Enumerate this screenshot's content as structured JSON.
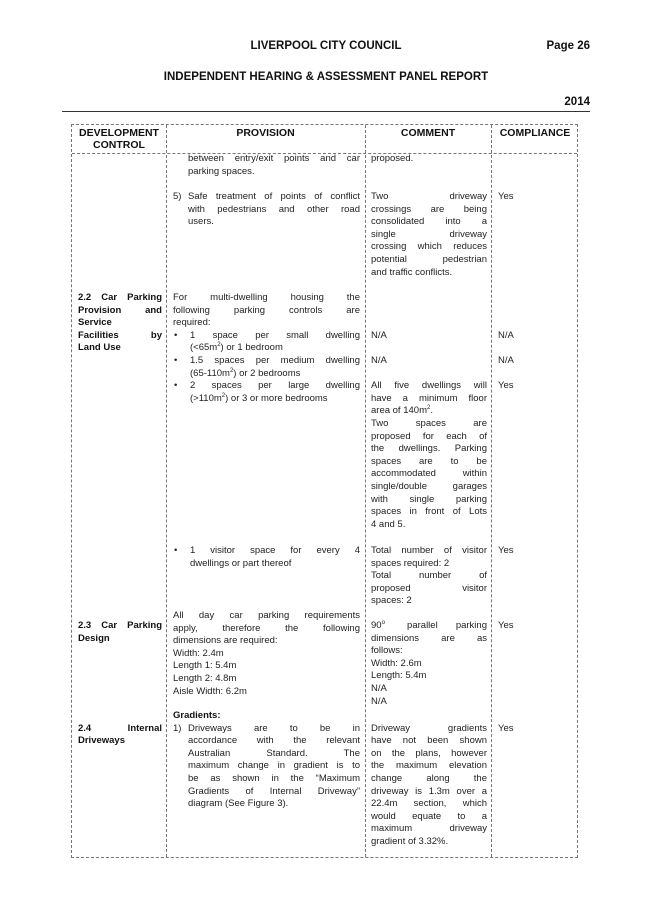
{
  "header": {
    "council": "LIVERPOOL CITY COUNCIL",
    "page": "Page 26",
    "report": "INDEPENDENT HEARING & ASSESSMENT PANEL REPORT",
    "year": "2014"
  },
  "columns": {
    "control_1": "DEVELOPMENT",
    "control_2": "CONTROL",
    "provision": "PROVISION",
    "comment": "COMMENT",
    "compliance": "COMPLIANCE"
  },
  "row1": {
    "provision_a": "between entry/exit points and car",
    "provision_b": "parking spaces.",
    "comment": "proposed."
  },
  "row2": {
    "number": "5)",
    "provision_1": "Safe treatment of points of conflict",
    "provision_2": "with pedestrians and other road",
    "provision_3": "users.",
    "comment_1": "Two driveway",
    "comment_2": "crossings are being",
    "comment_3": "consolidated into a",
    "comment_4": "single driveway",
    "comment_5": "crossing which reduces",
    "comment_6": "potential pedestrian",
    "comment_7": "and traffic conflicts.",
    "compliance": "Yes"
  },
  "row3": {
    "control_1": "2.2 Car Parking",
    "control_2": "Provision and",
    "control_3": "Service",
    "control_4": "Facilities by",
    "control_5": "Land Use",
    "intro_1": "For multi-dwelling housing the",
    "intro_2": "following parking controls are",
    "intro_3": "required:",
    "bullet_a_1": "1 space per small dwelling",
    "bullet_a_2a": "(<65m",
    "bullet_a_2sup": "2",
    "bullet_a_2b": ") or 1 bedroom",
    "comment_a": "N/A",
    "compliance_a": "N/A",
    "bullet_b_1": "1.5 spaces per medium dwelling",
    "bullet_b_2a": "(65-110m",
    "bullet_b_2sup": "2",
    "bullet_b_2b": ") or 2 bedrooms",
    "comment_b": "N/A",
    "compliance_b": "N/A",
    "bullet_c_1": "2 spaces per large dwelling",
    "bullet_c_2a": "(>110m",
    "bullet_c_2sup": "2",
    "bullet_c_2b": ") or 3 or more bedrooms",
    "comment_c_1": "All five dwellings will",
    "comment_c_2": "have a minimum floor",
    "comment_c_3a": "area of 140m",
    "comment_c_3sup": "2",
    "comment_c_3b": ".",
    "comment_c_4": "Two spaces are",
    "comment_c_5": "proposed for each of",
    "comment_c_6": "the dwellings. Parking",
    "comment_c_7": "spaces are to be",
    "comment_c_8": "accommodated within",
    "comment_c_9": "single/double garages",
    "comment_c_10": "with single parking",
    "comment_c_11": "spaces in front of Lots",
    "comment_c_12": "4 and 5.",
    "compliance_c": "Yes",
    "bullet_d_1": "1 visitor space for every 4",
    "bullet_d_2": "dwellings or part thereof",
    "comment_d_1": "Total number of visitor",
    "comment_d_2": "spaces required: 2",
    "comment_d_3": "Total number of",
    "comment_d_4": "proposed visitor",
    "comment_d_5": "spaces: 2",
    "compliance_d": "Yes"
  },
  "row4": {
    "control_1": "2.3 Car Parking",
    "control_2": "Design",
    "provision_1": "All day car parking requirements",
    "provision_2": "apply, therefore the following",
    "provision_3": "dimensions are required:",
    "provision_4": "Width: 2.4m",
    "provision_5": "Length 1: 5.4m",
    "provision_6": "Length 2: 4.8m",
    "provision_7": "Aisle Width: 6.2m",
    "comment_1a": "90",
    "comment_1sup": "o",
    "comment_1b": " parallel parking",
    "comment_2": "dimensions are as",
    "comment_3": "follows:",
    "comment_4": "Width: 2.6m",
    "comment_5": "Length: 5.4m",
    "comment_6": "N/A",
    "comment_7": "N/A",
    "compliance": "Yes"
  },
  "row5": {
    "control_1": "2.4 Internal",
    "control_2": "Driveways",
    "heading": "Gradients:",
    "number": "1)",
    "provision_1": "Driveways are to be in",
    "provision_2": "accordance with the relevant",
    "provision_3": "Australian Standard. The",
    "provision_4": "maximum change in gradient is to",
    "provision_5": "be as shown in the “Maximum",
    "provision_6": "Gradients of Internal Driveway”",
    "provision_7": "diagram (See Figure 3).",
    "comment_1": "Driveway gradients",
    "comment_2": "have not been shown",
    "comment_3": "on the plans, however",
    "comment_4": "the maximum elevation",
    "comment_5": "change along the",
    "comment_6": "driveway is 1.3m over a",
    "comment_7": "22.4m section, which",
    "comment_8": "would equate to a",
    "comment_9": "maximum driveway",
    "comment_10": "gradient of 3.32%.",
    "compliance": "Yes"
  }
}
